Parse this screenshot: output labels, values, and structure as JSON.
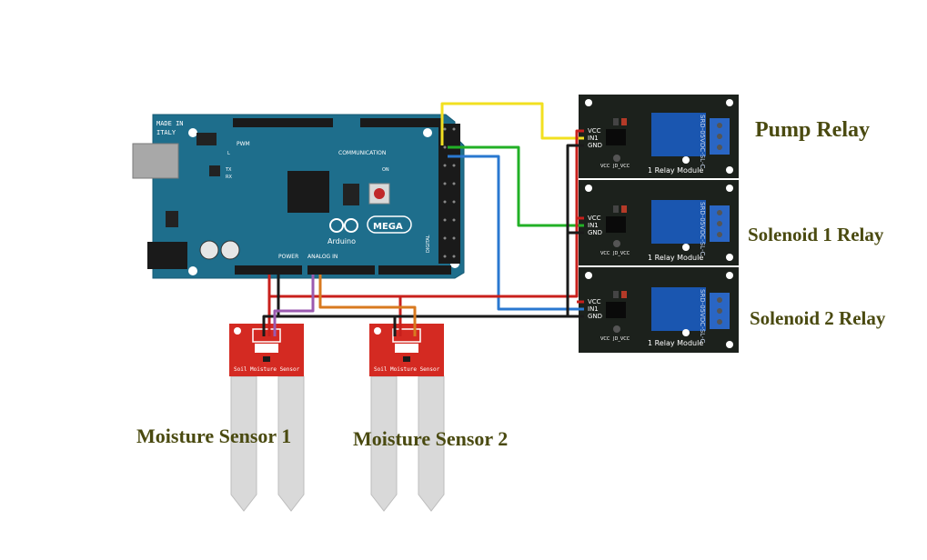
{
  "labels": {
    "pump_relay": "Pump Relay",
    "solenoid1_relay": "Solenoid 1 Relay",
    "solenoid2_relay": "Solenoid 2 Relay",
    "moisture1": "Moisture Sensor 1",
    "moisture2": "Moisture Sensor 2"
  },
  "arduino": {
    "made_in": "MADE IN",
    "italy": "ITALY",
    "pwm": "PWM",
    "communication": "COMMUNICATION",
    "mega": "MEGA",
    "brand": "Arduino",
    "power": "POWER",
    "analog_in": "ANALOG IN",
    "digital": "DIGITAL",
    "on": "ON",
    "tx": "TX",
    "rx": "RX",
    "l": "L"
  },
  "relay_module": {
    "pins": [
      "VCC",
      "IN1",
      "GND"
    ],
    "relay_part": "SRD-05VDC-SL-C",
    "module_name": "1 Relay Module",
    "jumper_left": "VCC",
    "jumper_right": "JD_VCC"
  },
  "sensor": {
    "board_text": "Soil Moisture Sensor"
  },
  "colors": {
    "arduino_board": "#1e6e8c",
    "relay_board": "#1c211c",
    "sensor_board": "#d42a22",
    "probe": "#d9d9d9",
    "label_text": "#4a4a10",
    "wire_red": "#c8201c",
    "wire_black": "#1a1a1a",
    "wire_yellow": "#f2e020",
    "wire_green": "#22b026",
    "wire_blue": "#2a78d0",
    "wire_purple": "#9b5ab0",
    "wire_orange": "#d87a20"
  }
}
